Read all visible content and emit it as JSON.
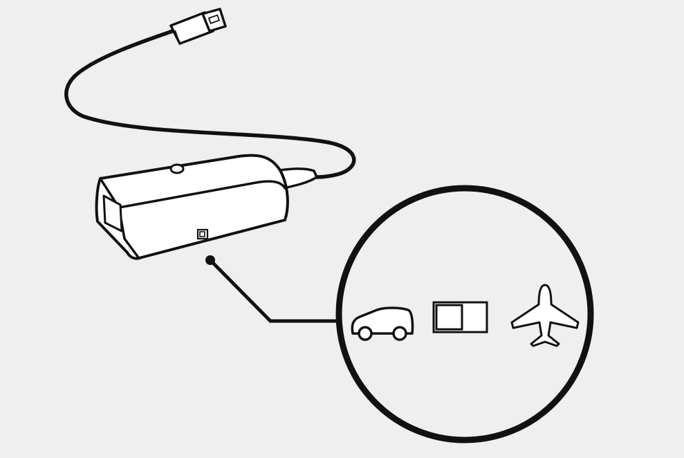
{
  "diagram": {
    "colors": {
      "background": "#efefef",
      "ink": "#111111",
      "fill": "#ffffff"
    },
    "device": {
      "cable_connector": "usb-plug",
      "body": "usb-adapter"
    },
    "callout": {
      "icons": [
        "car-icon",
        "toggle-switch",
        "airplane-icon"
      ],
      "switch_state": "left"
    }
  }
}
